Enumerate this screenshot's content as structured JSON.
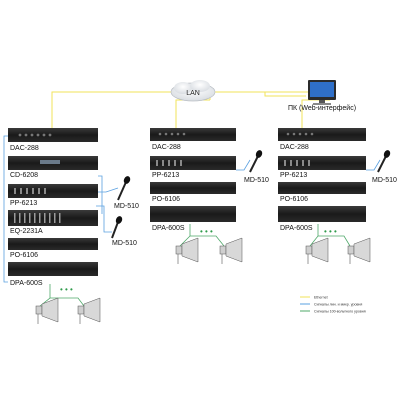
{
  "network": {
    "lan_label": "LAN",
    "pc_label": "ПК (Web-интерфейс)"
  },
  "rack_left": {
    "devices": [
      "DAC-288",
      "CD-6208",
      "PP-6213",
      "EQ-2231A",
      "PO-6106",
      "DPA-600S"
    ],
    "mic_top": "MD-510",
    "mic_bottom": "MD-510",
    "dots": "• • •"
  },
  "rack_middle": {
    "devices": [
      "DAC-288",
      "PP-6213",
      "PO-6106",
      "DPA-600S"
    ],
    "mic": "MD-510",
    "dots": "• • •"
  },
  "rack_right": {
    "devices": [
      "DAC-288",
      "PP-6213",
      "PO-6106",
      "DPA-600S"
    ],
    "mic": "MD-510",
    "dots": "• • •"
  },
  "legend": {
    "items": [
      {
        "label": "Ethernet",
        "color": "#f2e35a"
      },
      {
        "label": "Сигналы лин. и микр. уровня",
        "color": "#5aa0e0"
      },
      {
        "label": "Сигналы 100-вольтного уровня",
        "color": "#4fa86a"
      }
    ]
  }
}
